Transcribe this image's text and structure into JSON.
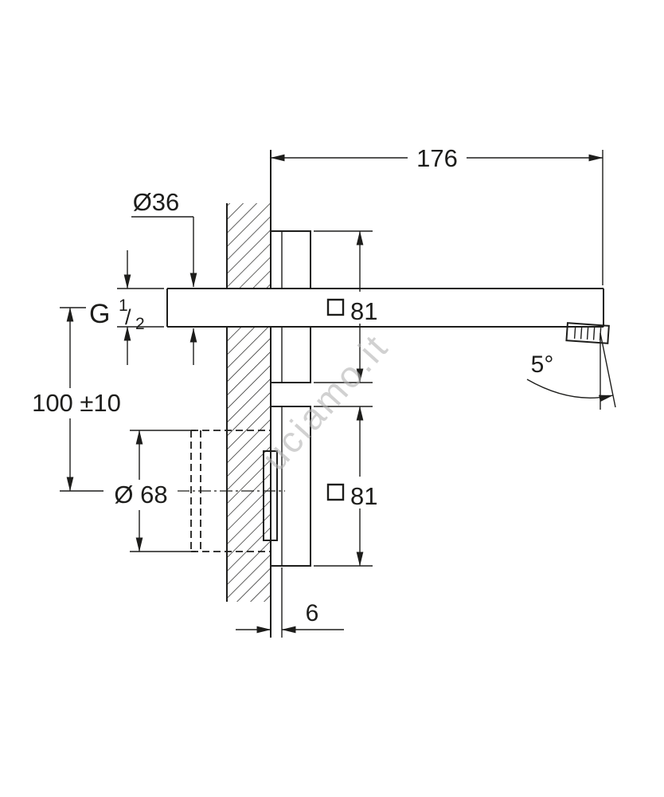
{
  "page": {
    "background": "#ffffff",
    "line_color": "#1d1d1b",
    "watermark_color": "#b3b3b3"
  },
  "watermark": {
    "text": "uciamo.it"
  },
  "symbols": {
    "square_section": "□",
    "diameter_sign": "Ø"
  },
  "drawing": {
    "dim_spout_projection": "176",
    "dim_pipe_diameter": "Ø36",
    "thread": {
      "prefix": "G",
      "numerator": "1",
      "slash": "/",
      "denominator": "2"
    },
    "dim_escutcheon_top": "81",
    "dim_escutcheon_bottom": "81",
    "dim_mounting_height": "100 ±10",
    "dim_body_diameter": "Ø 68",
    "dim_spray_angle": "5°",
    "dim_wall_offset": "6"
  }
}
